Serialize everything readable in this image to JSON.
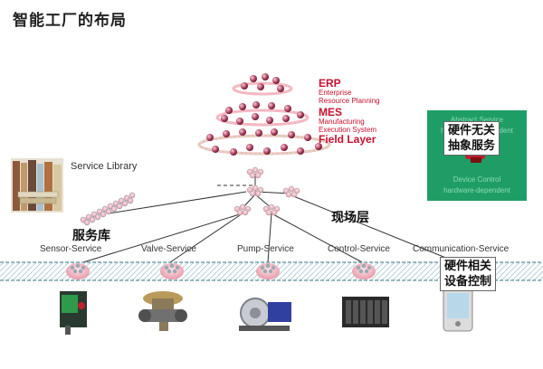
{
  "title": "智能工厂的布局",
  "pyramid": {
    "erp_title": "ERP",
    "erp_lines": [
      "Enterprise",
      "Resource Planning"
    ],
    "mes_title": "MES",
    "mes_lines": [
      "Manufacturing",
      "Execution System"
    ],
    "field_title": "Field Layer"
  },
  "service_library": "Service Library",
  "service_library_cn": "服务库",
  "field_layer_cn": "现场层",
  "services": [
    "Sensor-Service",
    "Valve-Service",
    "Pump-Service",
    "Control-Service",
    "Communication-Service"
  ],
  "abstract_box": {
    "line1": "Abstract Service",
    "line2": "hardware-independent",
    "line3": "Device Control",
    "line4": "hardware-dependent",
    "overlay": [
      "硬件无关",
      "抽象服务"
    ]
  },
  "hardware_overlay": [
    "硬件相关",
    "设备控制"
  ],
  "colors": {
    "accent_red": "#c8102e",
    "green": "#1e9e66",
    "node_pink": "#e8a0a8",
    "node_dark": "#7a2038"
  }
}
